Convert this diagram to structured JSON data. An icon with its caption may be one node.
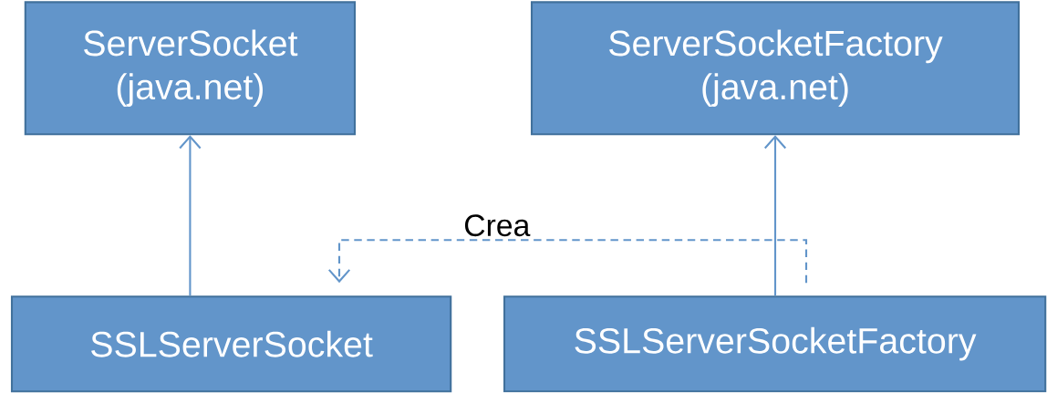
{
  "diagram": {
    "nodes": [
      {
        "text": [
          "ServerSocket (java.net)"
        ]
      },
      {
        "text": [
          "ServerSocketFactory (java.net)"
        ]
      },
      {
        "text": [
          "SSLServerSocket"
        ]
      },
      {
        "text": [
          "SSLServerSocketFactory"
        ]
      }
    ],
    "edges": [
      {
        "from": 2,
        "to": 0,
        "arrow": "to"
      },
      {
        "from": 3,
        "to": 1,
        "arrow": "to"
      },
      {
        "from": 3,
        "to": 2,
        "arrow": "to",
        "label": "Crea",
        "style": "dashed"
      }
    ]
  }
}
